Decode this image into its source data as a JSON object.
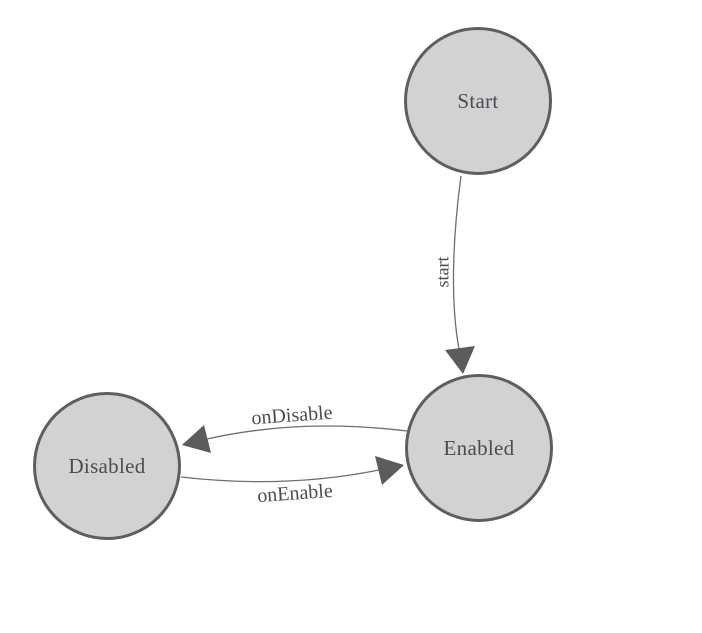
{
  "diagram": {
    "type": "state-machine-graph",
    "background_color": "#ffffff",
    "node_fill_color": "#d2d2d2",
    "node_border_color": "#5e5e5e",
    "edge_color": "#6e6e6e",
    "arrowhead_color": "#5c5c5c",
    "label_color": "#4b4b54",
    "nodes": [
      {
        "id": "start",
        "label": "Start"
      },
      {
        "id": "enabled",
        "label": "Enabled"
      },
      {
        "id": "disabled",
        "label": "Disabled"
      }
    ],
    "edges": [
      {
        "from": "Start",
        "to": "Enabled",
        "label": "start"
      },
      {
        "from": "Enabled",
        "to": "Disabled",
        "label": "onDisable"
      },
      {
        "from": "Disabled",
        "to": "Enabled",
        "label": "onEnable"
      }
    ]
  }
}
